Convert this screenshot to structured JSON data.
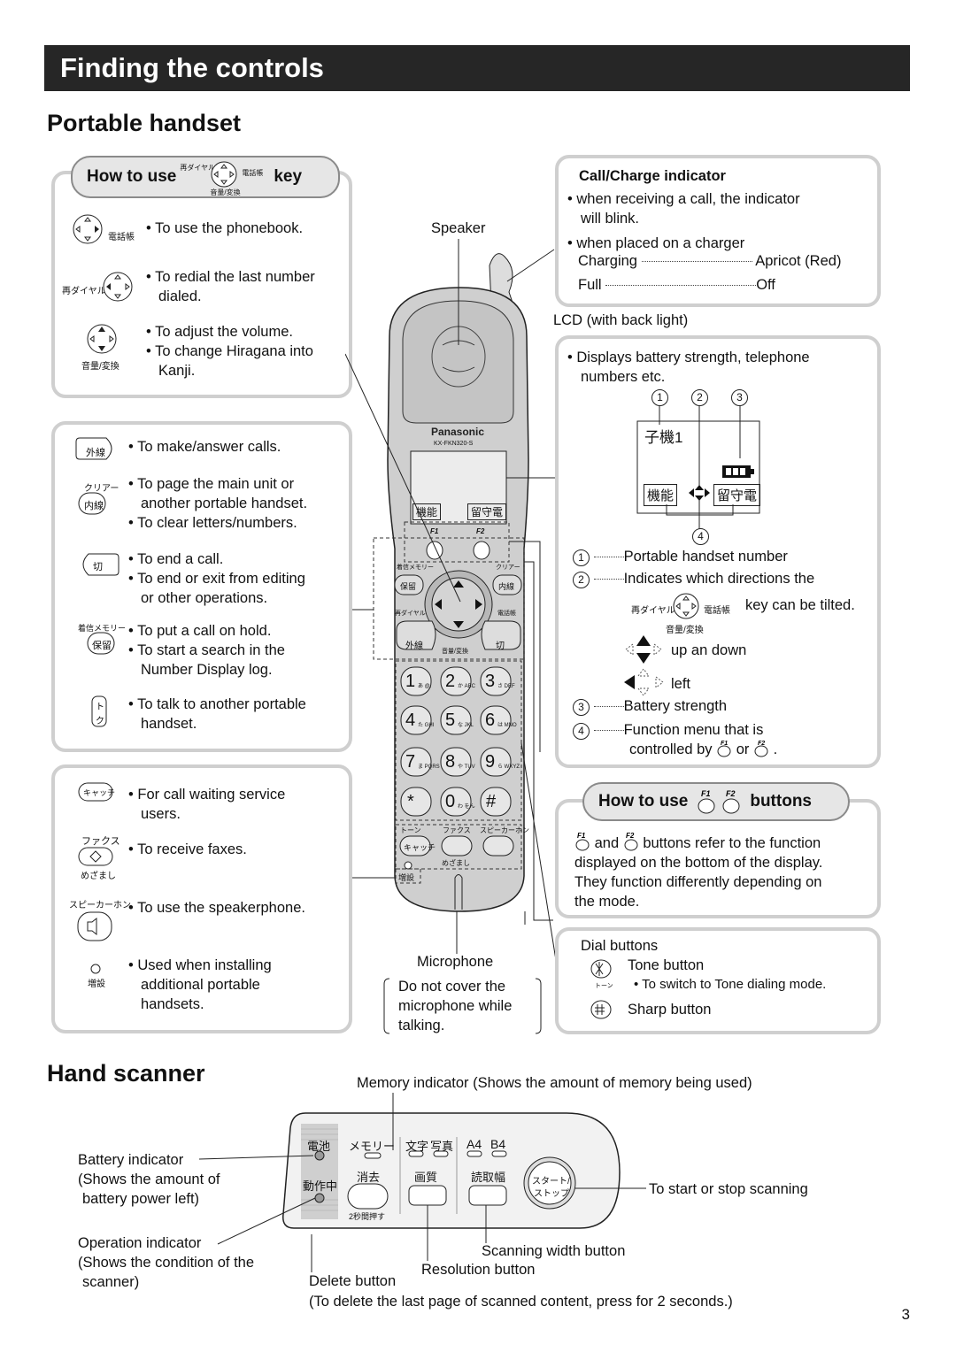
{
  "header": {
    "title": "Finding the controls"
  },
  "sections": {
    "handset": "Portable handset",
    "scanner": "Hand scanner"
  },
  "howto_key": {
    "tab_prefix": "How to use",
    "tab_suffix": "key",
    "label_redial": "再ダイヤル",
    "label_phonebook": "電話帳",
    "label_volume": "音量/変換",
    "items": [
      {
        "lines": [
          "• To use the phonebook."
        ]
      },
      {
        "lines": [
          "• To redial the last number",
          "dialed."
        ]
      },
      {
        "lines": [
          "• To adjust the volume.",
          "• To change Hiragana into",
          "Kanji."
        ]
      }
    ]
  },
  "buttons_list": {
    "jp": {
      "gaisen": "外線",
      "clear": "クリアー",
      "naisen": "内線",
      "kiri": "切",
      "chakushin": "着信メモリー",
      "horyu": "保留",
      "to": "ト",
      "ku": "ク",
      "catch": "キャッチ",
      "fax": "ファクス",
      "mezamashi": "めざまし",
      "speaker": "スピーカーホン",
      "zousetsu": "増設"
    },
    "items": [
      {
        "lines": [
          "• To make/answer calls."
        ]
      },
      {
        "lines": [
          "• To page the main unit or",
          "another portable handset.",
          "• To clear letters/numbers."
        ]
      },
      {
        "lines": [
          "• To end a call.",
          "• To end or exit from editing",
          "or other operations."
        ]
      },
      {
        "lines": [
          "• To put a call on hold.",
          "• To start a search in the",
          "Number Display log."
        ]
      },
      {
        "lines": [
          "• To talk to another portable",
          "handset."
        ]
      },
      {
        "lines": [
          "• For call waiting service",
          "users."
        ]
      },
      {
        "lines": [
          "• To receive faxes."
        ]
      },
      {
        "lines": [
          "• To use the speakerphone."
        ]
      },
      {
        "lines": [
          "• Used when installing",
          "additional portable",
          "handsets."
        ]
      }
    ]
  },
  "phone": {
    "brand": "Panasonic",
    "model": "KX-FKN320-S",
    "softkey1": "機能",
    "softkey2": "留守電",
    "f1": "F1",
    "f2": "F2",
    "lbl_chakushin": "着信メモリー",
    "lbl_clear": "クリアー",
    "lbl_horyu": "保留",
    "lbl_naisen": "内線",
    "lbl_redial": "再ダイヤル",
    "lbl_phonebook": "電話帳",
    "lbl_gaisen": "外線",
    "lbl_kiri": "切",
    "lbl_volume": "音量/変換",
    "keys": [
      {
        "d": "1",
        "s": "あ @."
      },
      {
        "d": "2",
        "s": "か ABC"
      },
      {
        "d": "3",
        "s": "さ DEF"
      },
      {
        "d": "4",
        "s": "た GHI"
      },
      {
        "d": "5",
        "s": "な JKL"
      },
      {
        "d": "6",
        "s": "は MNO"
      },
      {
        "d": "7",
        "s": "ま PQRS"
      },
      {
        "d": "8",
        "s": "や TUV"
      },
      {
        "d": "9",
        "s": "ら WXYZ"
      },
      {
        "d": "*",
        "s": ""
      },
      {
        "d": "0",
        "s": "わ をん"
      },
      {
        "d": "#",
        "s": ""
      }
    ],
    "row_labels": [
      "トーン",
      "ファクス",
      "スピーカーホン"
    ],
    "lbl_catch": "キャッチ",
    "lbl_mezamashi": "めざまし",
    "lbl_zousetsu": "増設"
  },
  "callouts": {
    "speaker": "Speaker",
    "lcd": "LCD (with back light)",
    "microphone": "Microphone",
    "mic_note": [
      "Do not cover the",
      "microphone while",
      "talking."
    ]
  },
  "call_indicator": {
    "title": "Call/Charge indicator",
    "lines": [
      "• when receiving a call, the indicator",
      "will blink.",
      "• when placed on a charger"
    ],
    "charging_label": "Charging",
    "charging_value": "Apricot (Red)",
    "full_label": "Full",
    "full_value": "Off"
  },
  "lcd_box": {
    "lines": [
      "• Displays battery strength, telephone",
      "numbers etc."
    ],
    "num_labels": [
      "1",
      "2",
      "3",
      "4"
    ],
    "screen_text": "子機1",
    "soft1": "機能",
    "soft2": "留守電",
    "legend": [
      {
        "n": "1",
        "text": "Portable handset number"
      },
      {
        "n": "2",
        "text": "Indicates which directions the"
      },
      {
        "n": "3",
        "text": "Battery strength"
      },
      {
        "n": "4",
        "text": "Function menu that is"
      }
    ],
    "key_tilt": "key can be tilted.",
    "updown": "up an down",
    "left": "left",
    "controlled_by": "controlled by",
    "or": "or",
    "period": "."
  },
  "howto_buttons": {
    "tab_prefix": "How to use",
    "tab_suffix": "buttons",
    "f1": "F1",
    "f2": "F2",
    "and": "and",
    "lines": [
      "buttons refer to the function",
      "displayed on the bottom of the display.",
      "They function differently depending on",
      "the mode."
    ]
  },
  "dial_box": {
    "title": "Dial buttons",
    "tone_button": "Tone button",
    "tone_jp": "トーン",
    "tone_note": "• To switch to Tone dialing mode.",
    "sharp_button": "Sharp button"
  },
  "scanner": {
    "memory_indicator": "Memory indicator (Shows the amount of memory being used)",
    "battery_indicator": [
      "Battery indicator",
      "(Shows the amount of",
      "battery power left)"
    ],
    "operation_indicator": [
      "Operation indicator",
      "(Shows the condition of the",
      "scanner)"
    ],
    "start_stop": "To start or stop scanning",
    "scan_width": "Scanning width button",
    "resolution": "Resolution button",
    "delete": "Delete button",
    "delete_note": "(To delete the last page of scanned content, press for 2 seconds.)",
    "dev": {
      "denchi": "電池",
      "dousachu": "動作中",
      "memory": "メモリー",
      "moji": "文字",
      "shashin": "写真",
      "a4": "A4",
      "b4": "B4",
      "shoukyo": "消去",
      "gashitsu": "画質",
      "yomitori": "読取幅",
      "start1": "スタート/",
      "start2": "ストップ",
      "hold2s": "2秒間押す"
    }
  },
  "page_number": "3"
}
